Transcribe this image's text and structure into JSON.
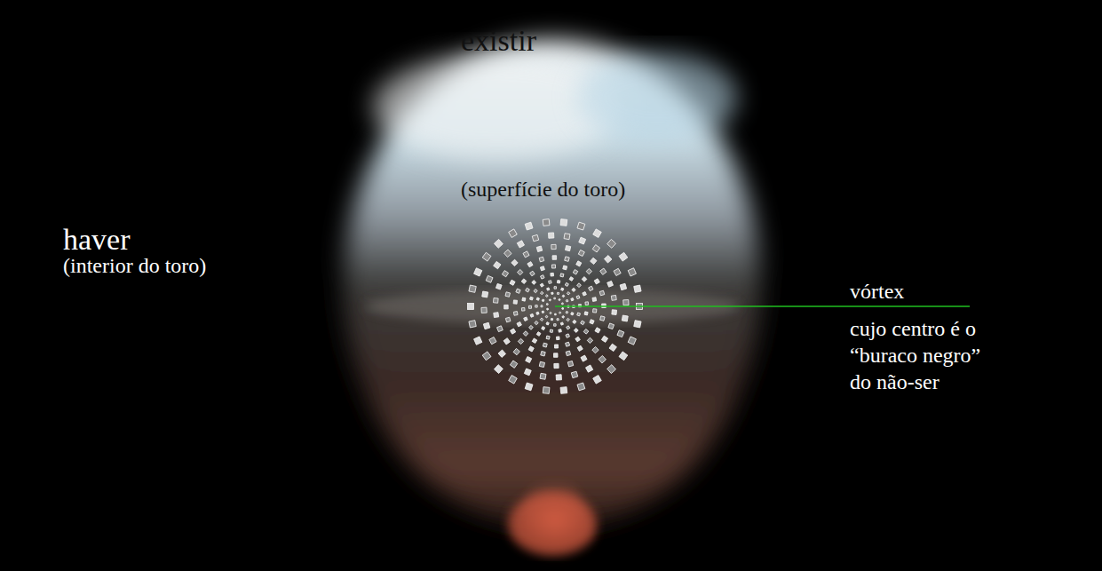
{
  "diagram": {
    "labels": [
      "existir",
      "(superfície do toro)",
      "haver",
      "(interior do toro)",
      "vórtex",
      "cujo centro é o “buraco negro” do não-ser"
    ]
  }
}
